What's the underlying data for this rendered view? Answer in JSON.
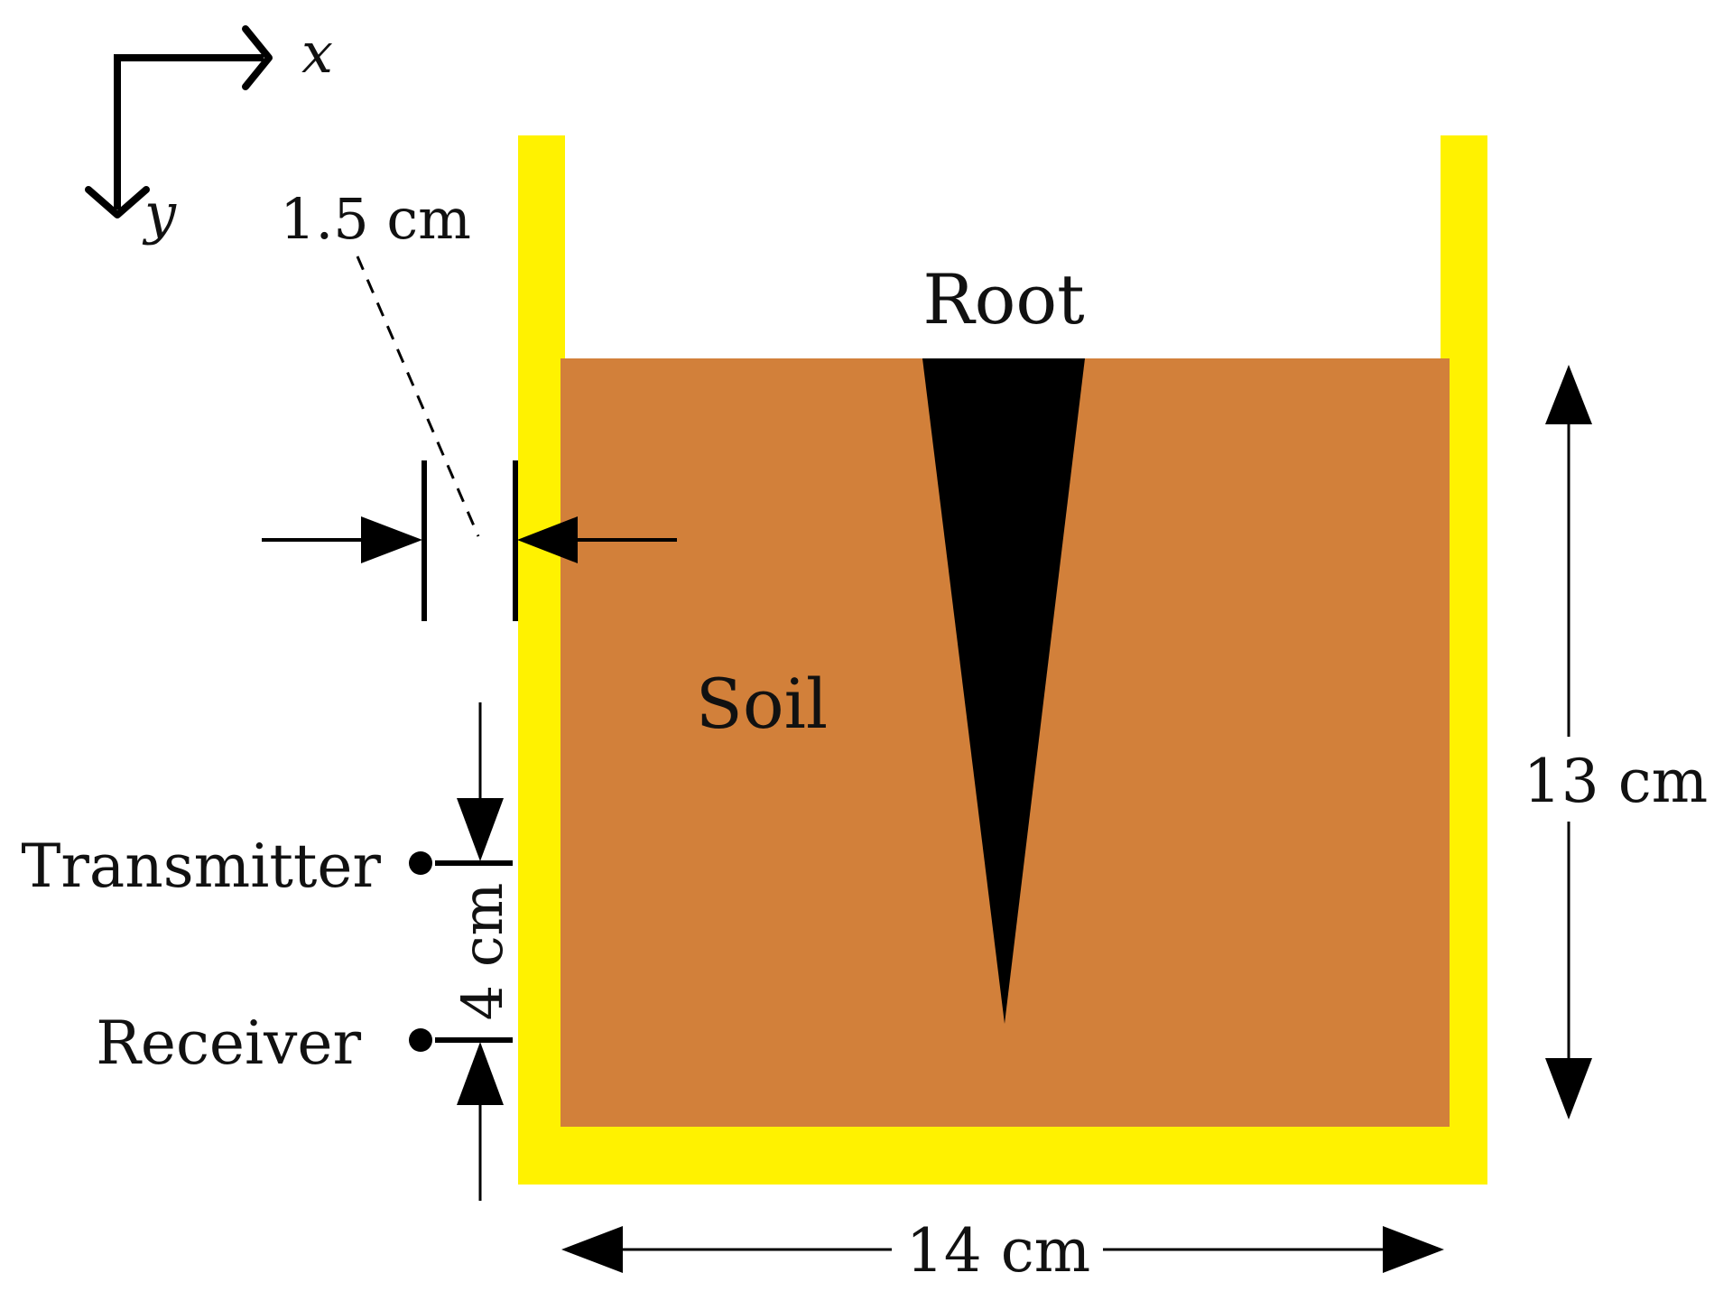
{
  "axes": {
    "x_label": "x",
    "y_label": "y"
  },
  "labels": {
    "root": "Root",
    "soil": "Soil",
    "transmitter": "Transmitter",
    "receiver": "Receiver"
  },
  "dimensions": {
    "wall_gap": "1.5 cm",
    "sensor_spacing": "4 cm",
    "soil_height": "13 cm",
    "container_width": "14 cm"
  },
  "colors": {
    "container_wall": "#FFF200",
    "soil": "#D2803A",
    "root": "#000000",
    "ink": "#111111"
  }
}
